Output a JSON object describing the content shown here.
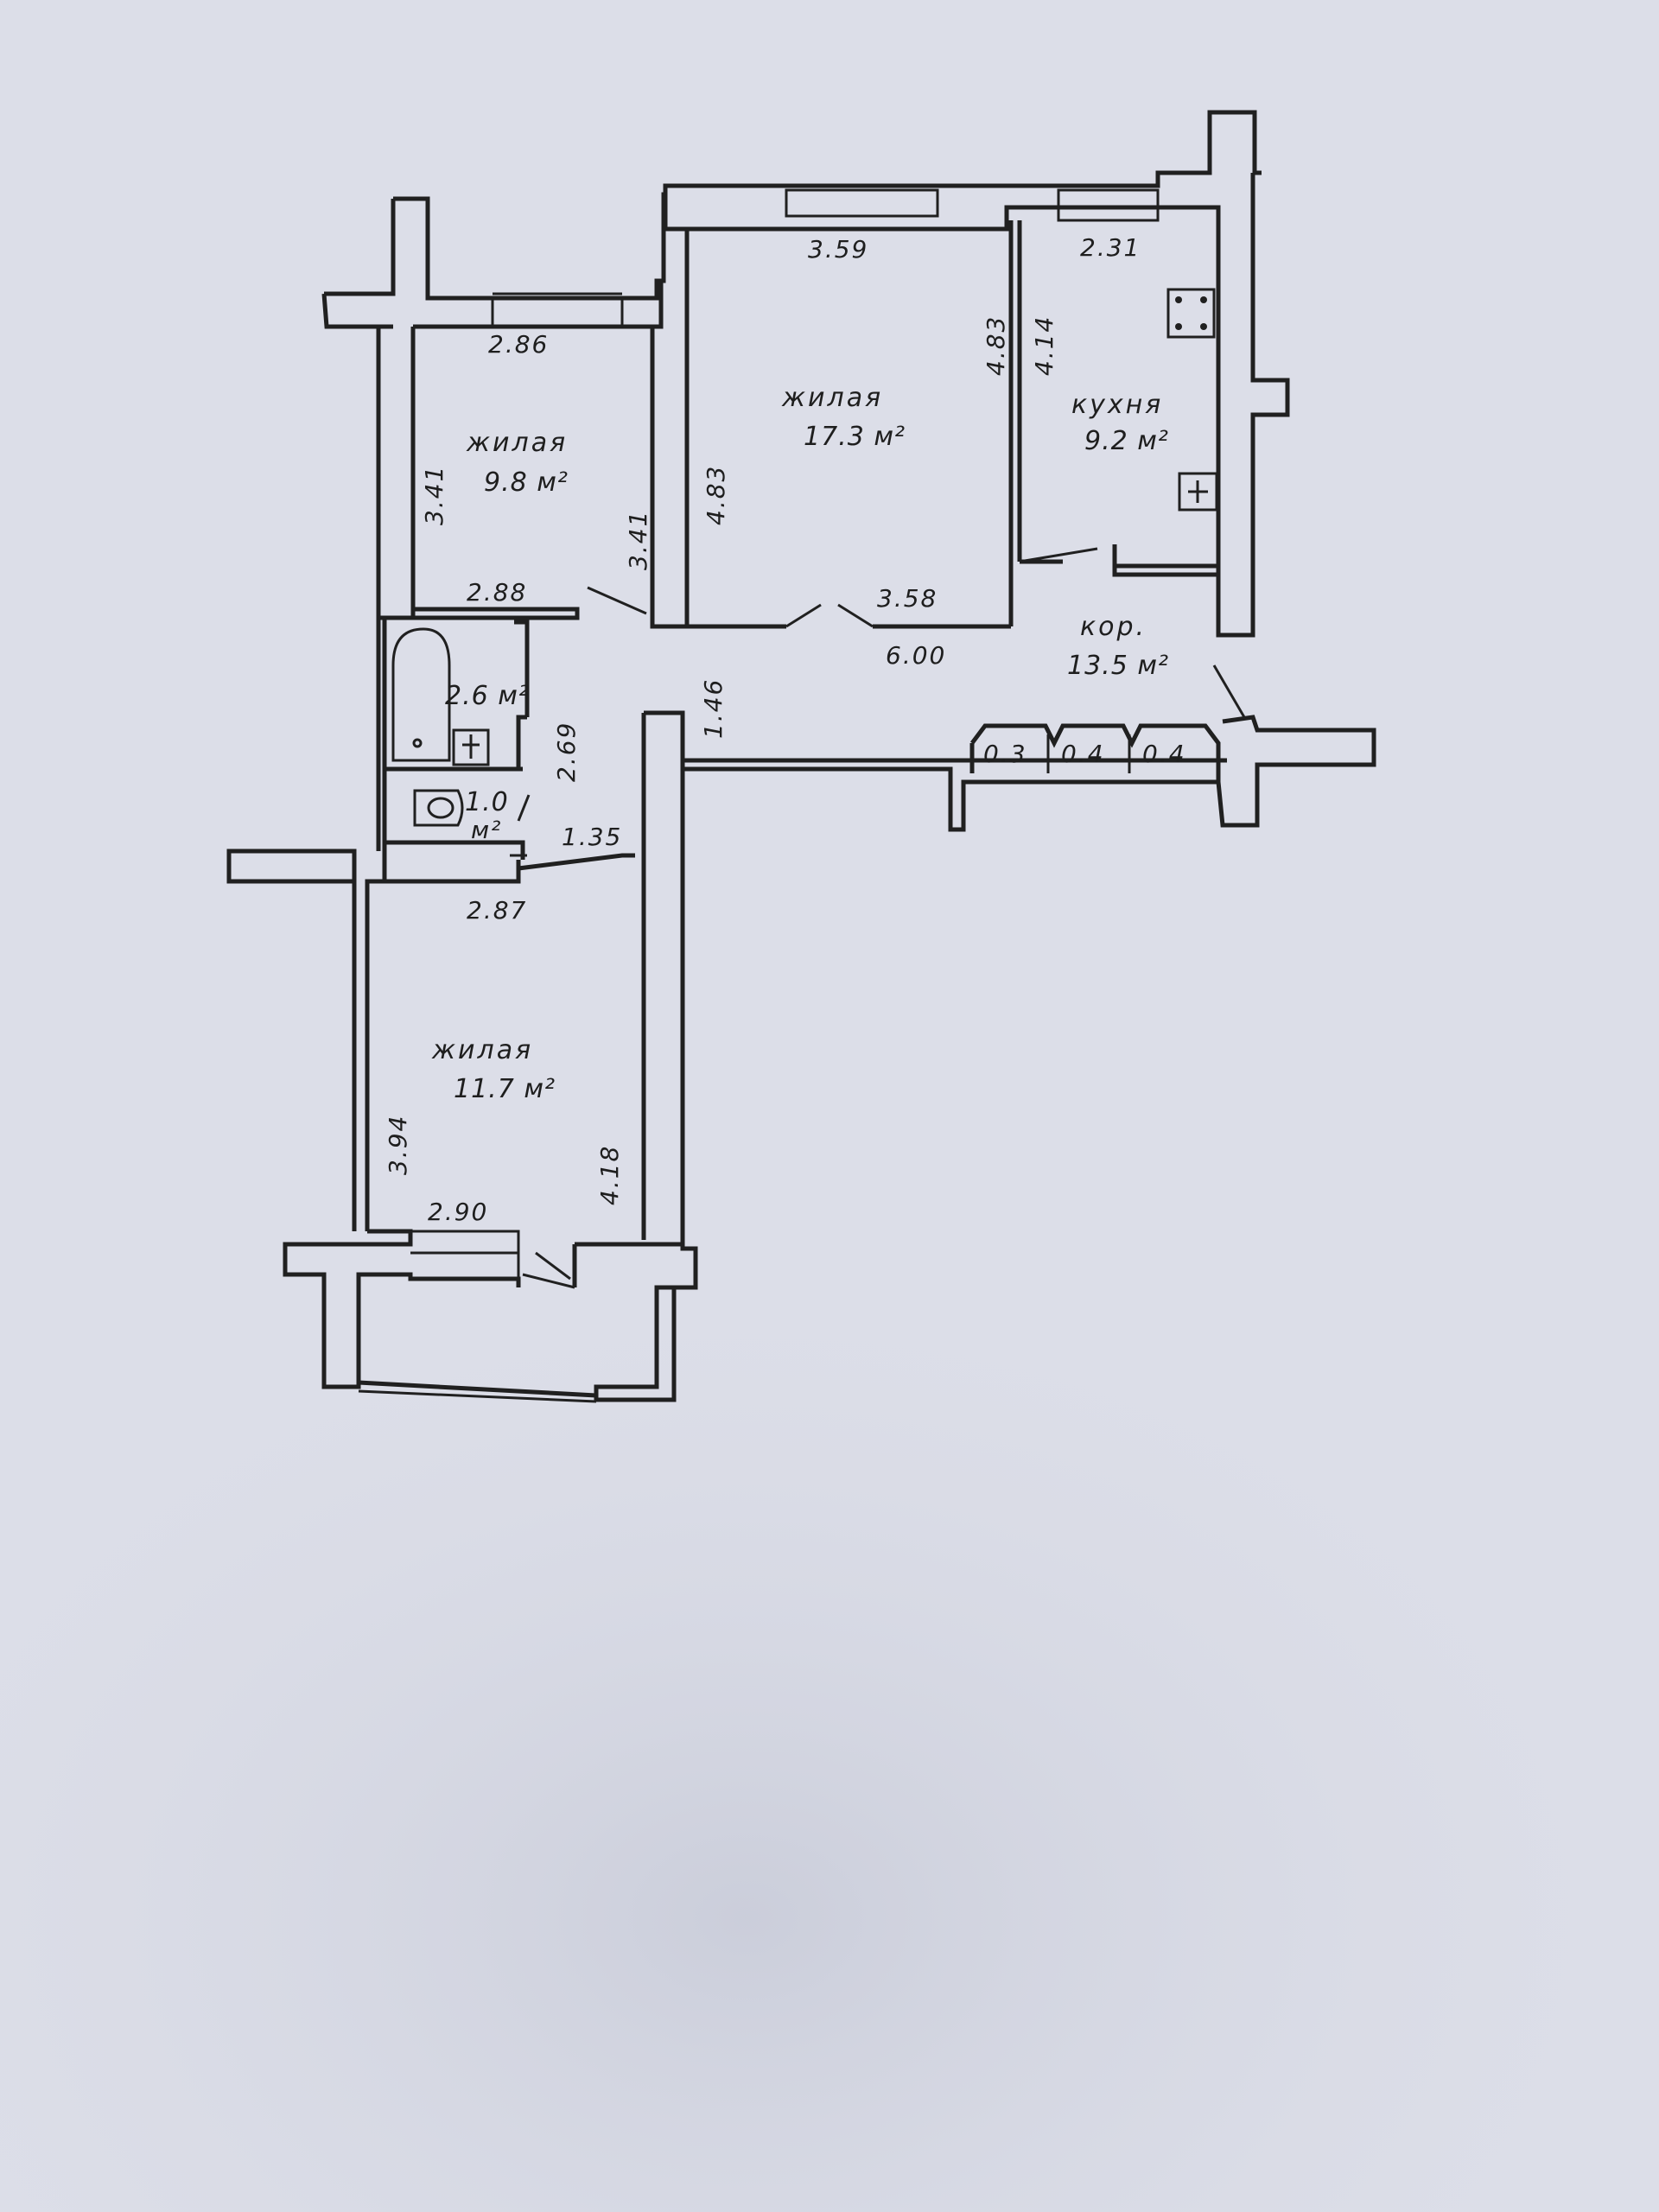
{
  "rooms": {
    "bedroom_nw": {
      "name": "жилая",
      "area": "9.8 м²"
    },
    "living": {
      "name": "жилая",
      "area": "17.3 м²"
    },
    "kitchen": {
      "name": "кухня",
      "area": "9.2 м²"
    },
    "corridor": {
      "name": "кор.",
      "area": "13.5 м²"
    },
    "bath": {
      "area": "2.6 м²"
    },
    "wc": {
      "area_value": "1.0",
      "area_unit": "м²"
    },
    "bedroom_s": {
      "name": "жилая",
      "area": "11.7 м²"
    }
  },
  "dimensions": {
    "d_286": "2.86",
    "d_359": "3.59",
    "d_231": "2.31",
    "d_341_left": "3.41",
    "d_341_right": "3.41",
    "d_483_left": "4.83",
    "d_483_right": "4.83",
    "d_414": "4.14",
    "d_288": "2.88",
    "d_358": "3.58",
    "d_600": "6.00",
    "d_146": "1.46",
    "d_269": "2.69",
    "d_135": "1.35",
    "d_287": "2.87",
    "d_394": "3.94",
    "d_418": "4.18",
    "d_290": "2.90"
  },
  "closets": [
    "0.3",
    "0.4",
    "0.4"
  ],
  "colors": {
    "paper": "#d9dbe6",
    "ink": "#202020"
  }
}
